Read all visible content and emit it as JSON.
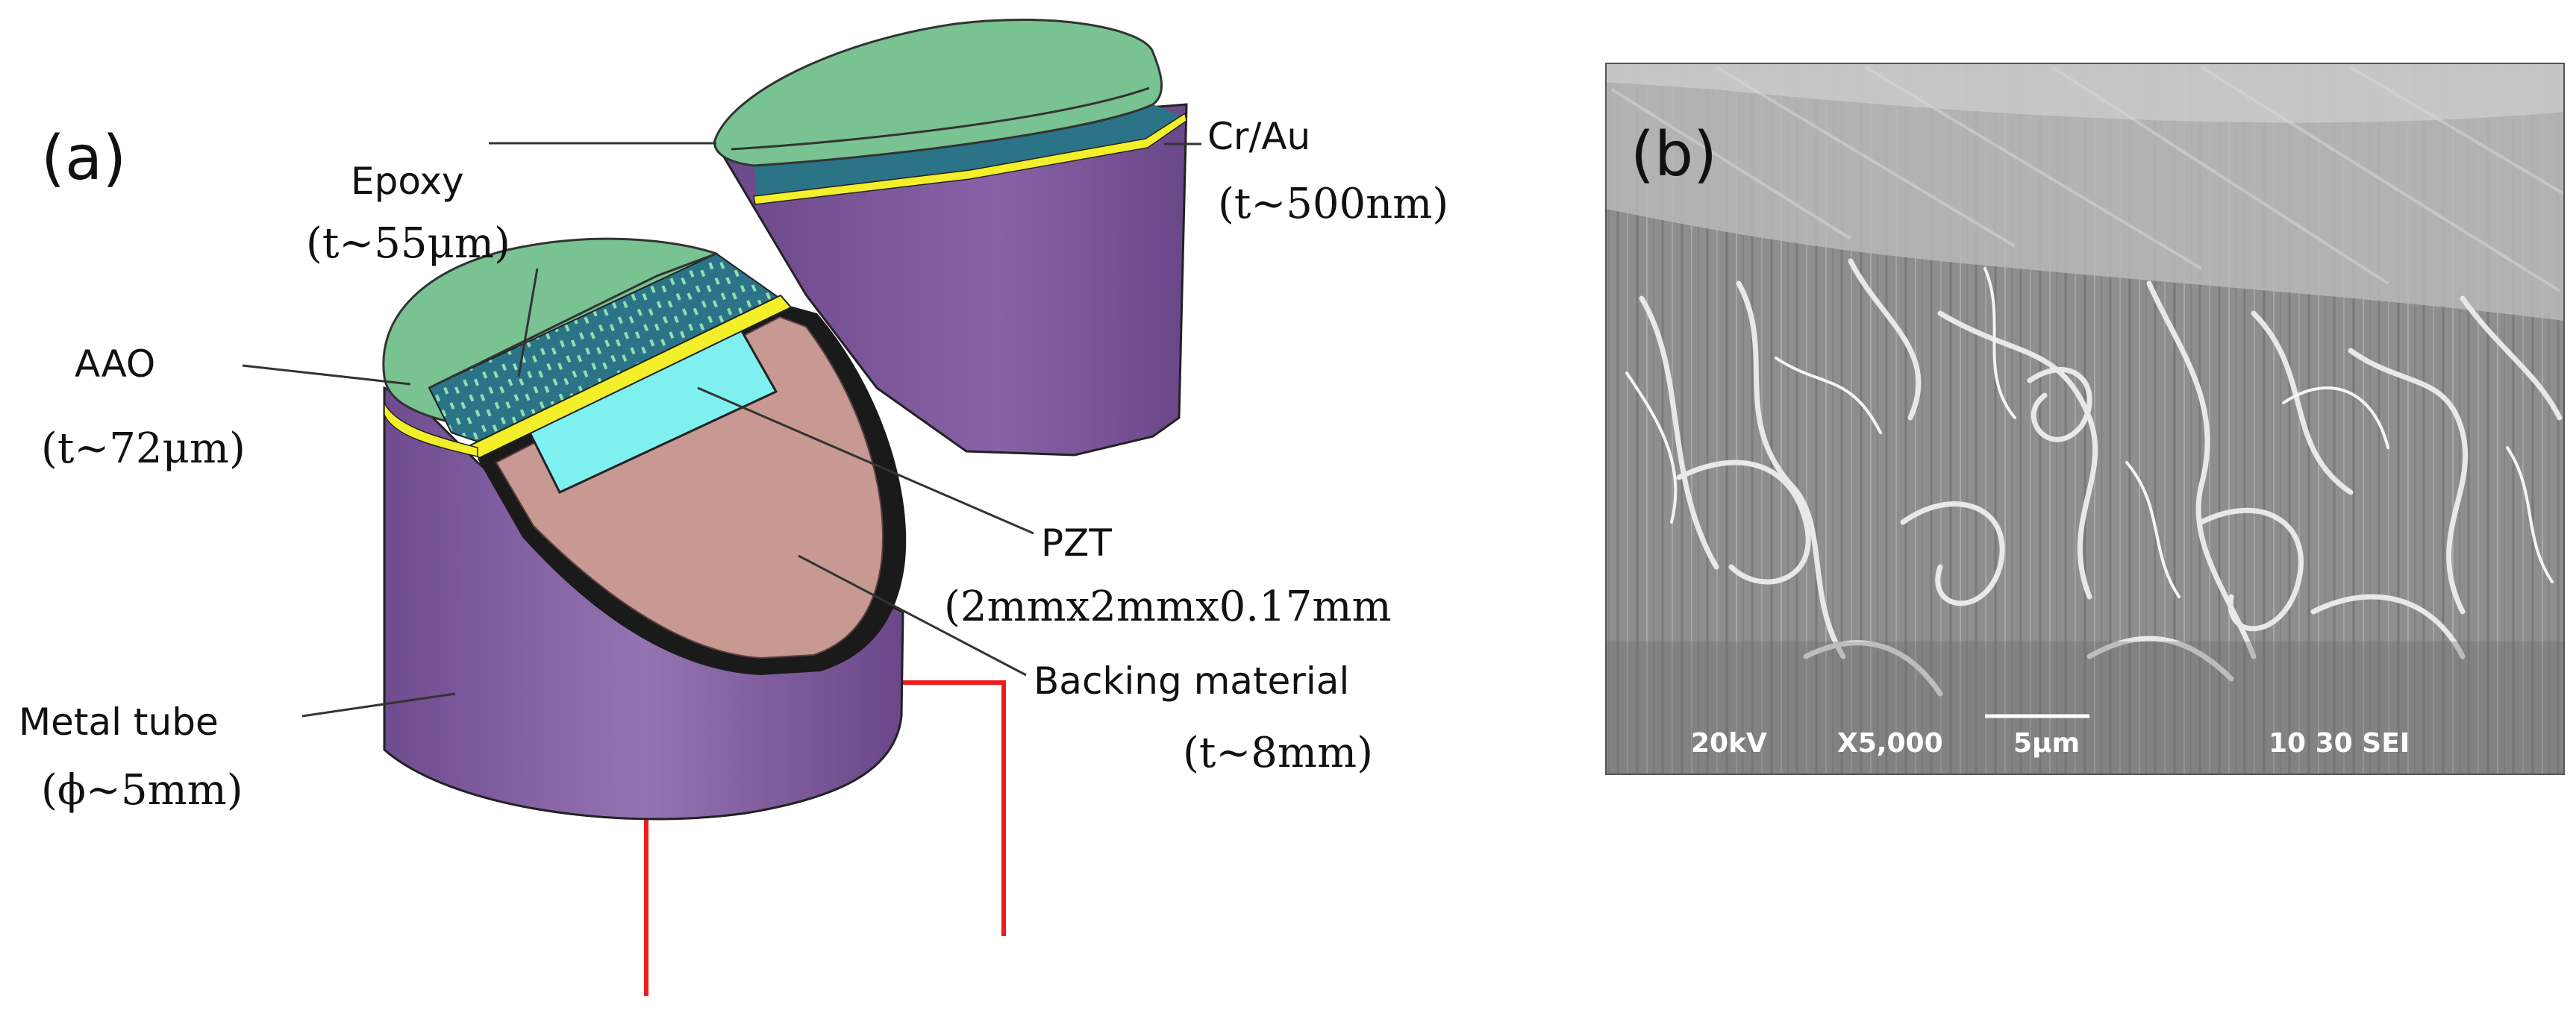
{
  "panel_a": {
    "letter": "(a)",
    "labels": {
      "epoxy": "Epoxy",
      "epoxy_t": "(t~55μm)",
      "cr_au": "Cr/Au",
      "cr_au_t": "(t~500nm)",
      "aao": "AAO",
      "aao_t": "(t~72μm)",
      "pzt": "PZT",
      "pzt_dim": "(2mmx2mmx0.17mm",
      "backing": "Backing material",
      "backing_t": "(t~8mm)",
      "metal_tube": "Metal tube",
      "metal_tube_d": "(ϕ~5mm)"
    },
    "colors": {
      "green_face": "#79c292",
      "teal_layer": "#2b7488",
      "gold_layer": "#f3ef2a",
      "purple_tube": "#8a62a6",
      "backing_pink": "#c79992",
      "pzt_cyan": "#7ff0f0",
      "wire_red": "#ee1c1c"
    }
  },
  "panel_b": {
    "letter": "(b)",
    "sem_bar": {
      "voltage": "20kV",
      "magnification": "X5,000",
      "scale": "5μm",
      "code": "10 30 SEI"
    }
  }
}
